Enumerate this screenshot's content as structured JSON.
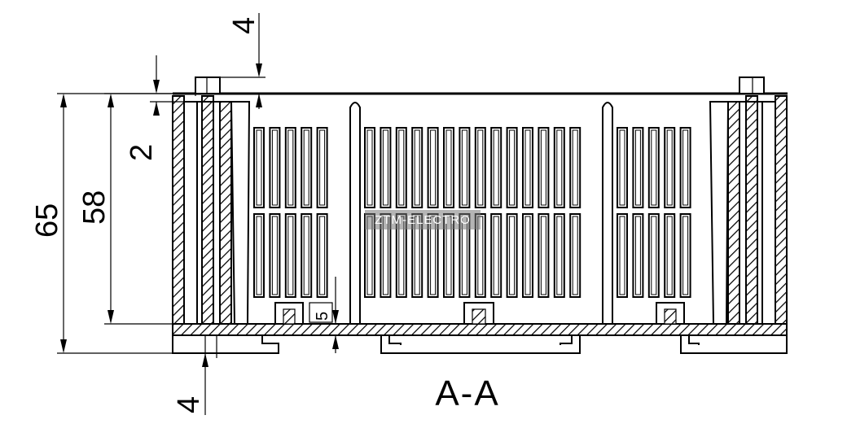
{
  "drawing": {
    "section_label": "A-A",
    "watermark": "ZTM-ELECTRO",
    "dimensions": {
      "overall_height": "65",
      "inner_height": "58",
      "top_offset": "2",
      "top_pin": "4",
      "bottom_pin": "4",
      "feet_height": "5"
    },
    "colors": {
      "stroke": "#000000",
      "background": "#ffffff"
    }
  }
}
